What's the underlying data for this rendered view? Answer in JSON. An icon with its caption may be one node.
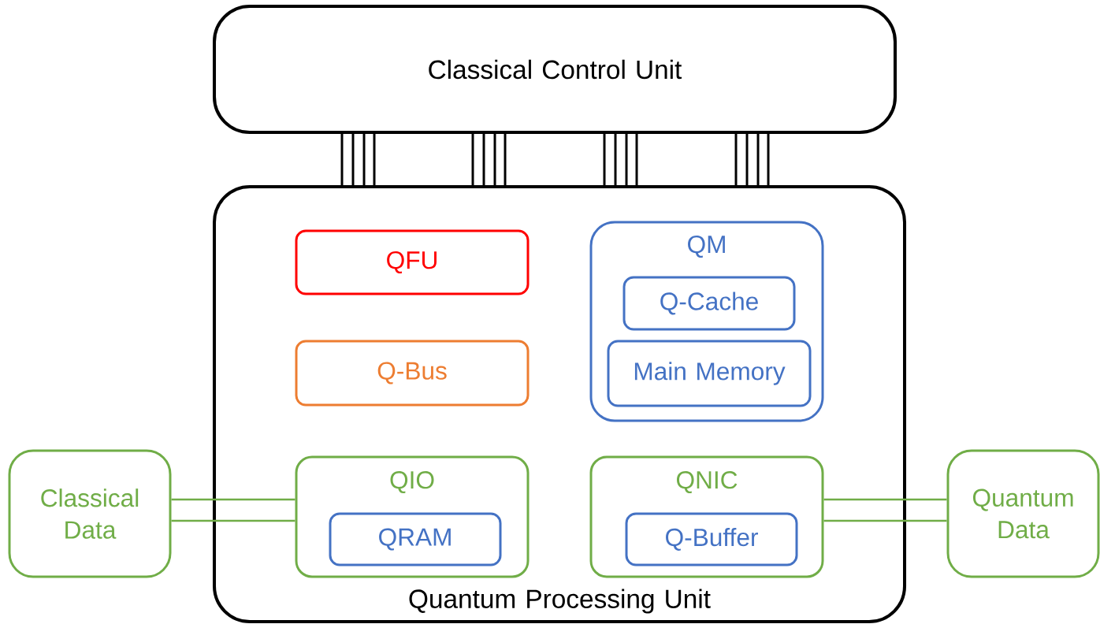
{
  "diagram": {
    "nodes": [
      {
        "text": [
          "Classical Control Unit"
        ]
      },
      {
        "text": [
          "Quantum Processing Unit"
        ]
      },
      {
        "text": [
          "QFU"
        ],
        "in": 1
      },
      {
        "text": [
          "Q-Bus"
        ],
        "in": 1
      },
      {
        "text": [
          "QM"
        ],
        "in": 1
      },
      {
        "text": [
          "Q-Cache"
        ],
        "in": 4
      },
      {
        "text": [
          "Main Memory"
        ],
        "in": 4
      },
      {
        "text": [
          "Classical Data"
        ]
      },
      {
        "text": [
          "QIO"
        ],
        "in": 1
      },
      {
        "text": [
          "QRAM"
        ],
        "in": 8
      },
      {
        "text": [
          "QNIC"
        ],
        "in": 1
      },
      {
        "text": [
          "Q-Buffer"
        ],
        "in": 10
      },
      {
        "text": [
          "Quantum Data"
        ]
      }
    ],
    "edges": [
      {
        "from": 0,
        "to": 1,
        "arrow": "none"
      },
      {
        "from": 0,
        "to": 1,
        "arrow": "none"
      },
      {
        "from": 0,
        "to": 1,
        "arrow": "none"
      },
      {
        "from": 0,
        "to": 1,
        "arrow": "none"
      },
      {
        "from": 0,
        "to": 1,
        "arrow": "none"
      },
      {
        "from": 0,
        "to": 1,
        "arrow": "none"
      },
      {
        "from": 0,
        "to": 1,
        "arrow": "none"
      },
      {
        "from": 0,
        "to": 1,
        "arrow": "none"
      },
      {
        "from": 0,
        "to": 1,
        "arrow": "none"
      },
      {
        "from": 0,
        "to": 1,
        "arrow": "none"
      },
      {
        "from": 0,
        "to": 1,
        "arrow": "none"
      },
      {
        "from": 0,
        "to": 1,
        "arrow": "none"
      },
      {
        "from": 0,
        "to": 1,
        "arrow": "none"
      },
      {
        "from": 0,
        "to": 1,
        "arrow": "none"
      },
      {
        "from": 0,
        "to": 1,
        "arrow": "none"
      },
      {
        "from": 0,
        "to": 1,
        "arrow": "none"
      },
      {
        "from": 7,
        "to": 8,
        "arrow": "none",
        "color": "#70ad47"
      },
      {
        "from": 7,
        "to": 8,
        "arrow": "none",
        "color": "#70ad47"
      },
      {
        "from": 10,
        "to": 12,
        "arrow": "none",
        "color": "#70ad47"
      },
      {
        "from": 10,
        "to": 12,
        "arrow": "none",
        "color": "#70ad47"
      }
    ]
  }
}
